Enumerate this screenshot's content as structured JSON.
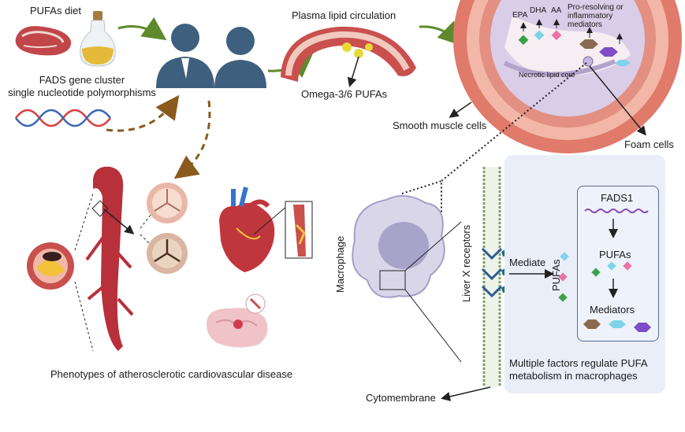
{
  "labels": {
    "pufas_diet": "PUFAs diet",
    "fads_gene_line1": "FADS gene cluster",
    "fads_gene_line2": "single nucleotide polymorphisms",
    "plasma_lipid": "Plasma lipid circulation",
    "omega": "Omega-3/6 PUFAs",
    "epa": "EPA",
    "dha": "DHA",
    "aa": "AA",
    "pro_resolving": "Pro-resolving or inflammatory mediators",
    "necrotic": "Necrotic lipid core",
    "smooth_muscle": "Smooth muscle cells",
    "foam_cells": "Foam cells",
    "phenotypes": "Phenotypes of atherosclerotic cardiovascular disease",
    "macrophage": "Macrophage",
    "liver_x": "Liver X receptors",
    "mediate": "Mediate",
    "pufas_vertical": "PUFAs",
    "fads1": "FADS1",
    "pufas_box": "PUFAs",
    "mediators": "Mediators",
    "multiple_line1": "Multiple factors regulate PUFA",
    "multiple_line2": "metabolism in macrophages",
    "cytomembrane": "Cytomembrane"
  },
  "colors": {
    "arrow_green": "#5e8a2d",
    "arrow_brown": "#8a5a1e",
    "person": "#3f5f7e",
    "vessel": "#c9504d",
    "panel": "#e9eef8",
    "green_diamond": "#3aa34a",
    "blue_diamond": "#7fd3ea",
    "pink_diamond": "#e873a6",
    "brown_hex": "#8a6a4e",
    "purple_hex": "#7e4cc6"
  },
  "icons": [
    "meat-icon",
    "oil-bottle-icon",
    "dna-icon",
    "person-icon",
    "artery-icon",
    "aorta-icon",
    "valve-icon",
    "heart-icon",
    "brain-icon",
    "plaque-icon",
    "macrophage-icon",
    "receptor-icon",
    "membrane-icon"
  ]
}
